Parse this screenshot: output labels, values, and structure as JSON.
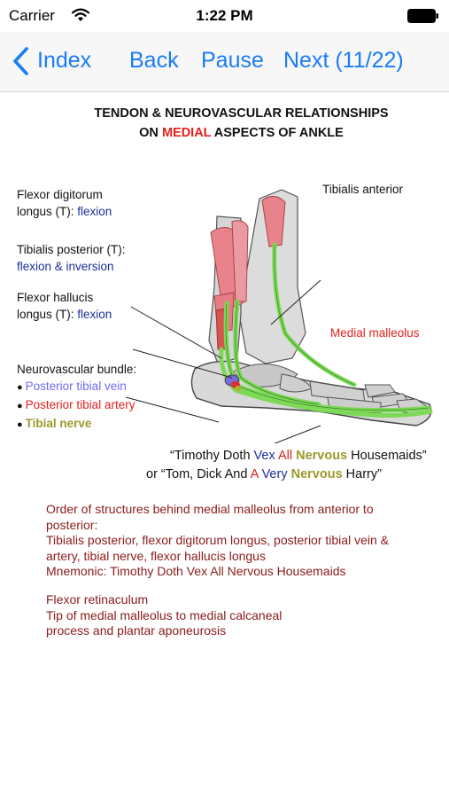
{
  "status": {
    "carrier": "Carrier",
    "time": "1:22 PM"
  },
  "nav": {
    "index": "Index",
    "back": "Back",
    "pause": "Pause",
    "next": "Next (11/22)"
  },
  "title": {
    "line1": "TENDON & NEUROVASCULAR RELATIONSHIPS",
    "line2_pre": "ON ",
    "line2_red": "MEDIAL",
    "line2_post": " ASPECTS OF ANKLE"
  },
  "labels": {
    "fdl_1": "Flexor digitorum",
    "fdl_2": "longus (T): ",
    "fdl_action": "flexion",
    "tp_1": "Tibialis posterior (T):",
    "tp_action": "flexion & inversion",
    "fhl_1": "Flexor hallucis",
    "fhl_2": "longus (T): ",
    "fhl_action": "flexion",
    "nv_title": "Neurovascular bundle:",
    "nv_vein": "Posterior tibial vein",
    "nv_artery": "Posterior tibial artery",
    "nv_nerve": "Tibial nerve",
    "tib_ant": "Tibialis anterior",
    "medial_malleolus": "Medial malleolus"
  },
  "mnemonic1": [
    "“Timothy Doth ",
    "Vex ",
    "All ",
    "Nervous",
    " Housemaids”"
  ],
  "mnemonic2": [
    "or   “Tom, Dick And ",
    "A ",
    "Very ",
    "Nervous",
    " Harry”"
  ],
  "notes": [
    "Order of structures behind medial malleolus from anterior to",
    "posterior:",
    "Tibialis posterior, flexor digitorum longus, posterior tibial vein &",
    "artery, tibial nerve, flexor hallucis longus",
    "Mnemonic: Timothy Doth Vex All Nervous Housemaids",
    "Flexor retinaculum",
    "Tip of medial malleolus to medial calcaneal",
    "process and plantar aponeurosis"
  ]
}
